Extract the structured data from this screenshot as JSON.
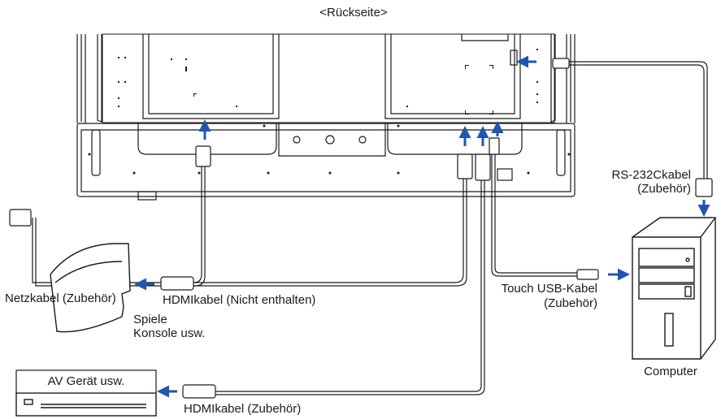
{
  "title": "<Rückseite>",
  "labels": {
    "power_cable": "Netzkabel (Zubehör)",
    "hdmi_not_included": "HDMIkabel (Nicht enthalten)",
    "game_console_line1": "Spiele",
    "game_console_line2": "Konsole usw.",
    "av_device": "AV Gerät usw.",
    "hdmi_accessory": "HDMIkabel (Zubehör)",
    "rs232_line1": "RS-232Ckabel",
    "rs232_line2": "(Zubehör)",
    "touch_usb_line1": "Touch USB-Kabel",
    "touch_usb_line2": "(Zubehör)",
    "computer": "Computer"
  },
  "colors": {
    "arrow": "#2356a8",
    "line": "#1a1a1a"
  }
}
